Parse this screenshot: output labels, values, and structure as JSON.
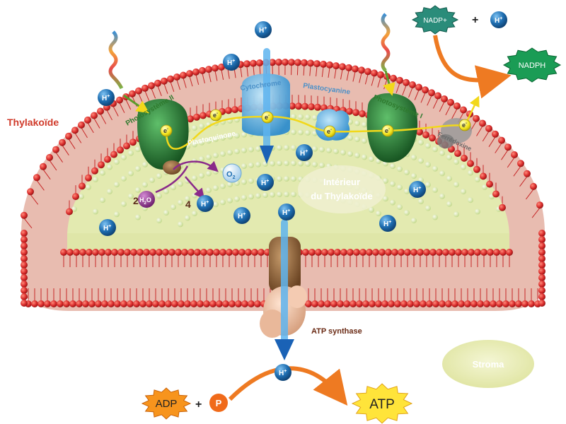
{
  "labels": {
    "thylakoid": "Thylakoïde",
    "interior_line1": "Intérieur",
    "interior_line2": "du Thylakoïde",
    "stroma": "Stroma",
    "photosystem2": "Photosystème II",
    "photosystem1": "Photosystème I",
    "cytochrome": "Cytochrome",
    "plastocyanine": "Plastocyanine",
    "plastoquinone": "Plastoquinone",
    "ferredoxine": "Ferrédoxine",
    "atp_synthase": "ATP synthase"
  },
  "molecules": {
    "proton": "H",
    "proton_charge": "+",
    "electron": "e",
    "electron_charge": "-",
    "water_count": "2",
    "water_h": "H",
    "water_sub": "2",
    "water_o": "O",
    "oxygen": "O",
    "oxygen_sub": "2",
    "proton_count": "4",
    "adp": "ADP",
    "phosphate": "P",
    "atp": "ATP",
    "nadp": "NADP+",
    "nadph": "NADPH",
    "plus": "+"
  },
  "colors": {
    "membrane_head": "#d92b2b",
    "membrane_tail": "#c62828",
    "interior": "#dfe6a8",
    "photosystem": "#1f6e2e",
    "cytochrome": "#5ab3e6",
    "proton": "#1f6fb2",
    "electron": "#f2e21a",
    "electron_path": "#f2d81a",
    "water": "#8a2a8a",
    "atp_star": "#ffe43a",
    "adp_star": "#f7941d",
    "nadp_star": "#2a8c7a",
    "nadph_star": "#1a9c55",
    "arrow_orange": "#ee7a22",
    "flow_blue": "#1a62b6",
    "label_red": "#d03a2a",
    "stroma_fill": "#e8ecb4"
  }
}
